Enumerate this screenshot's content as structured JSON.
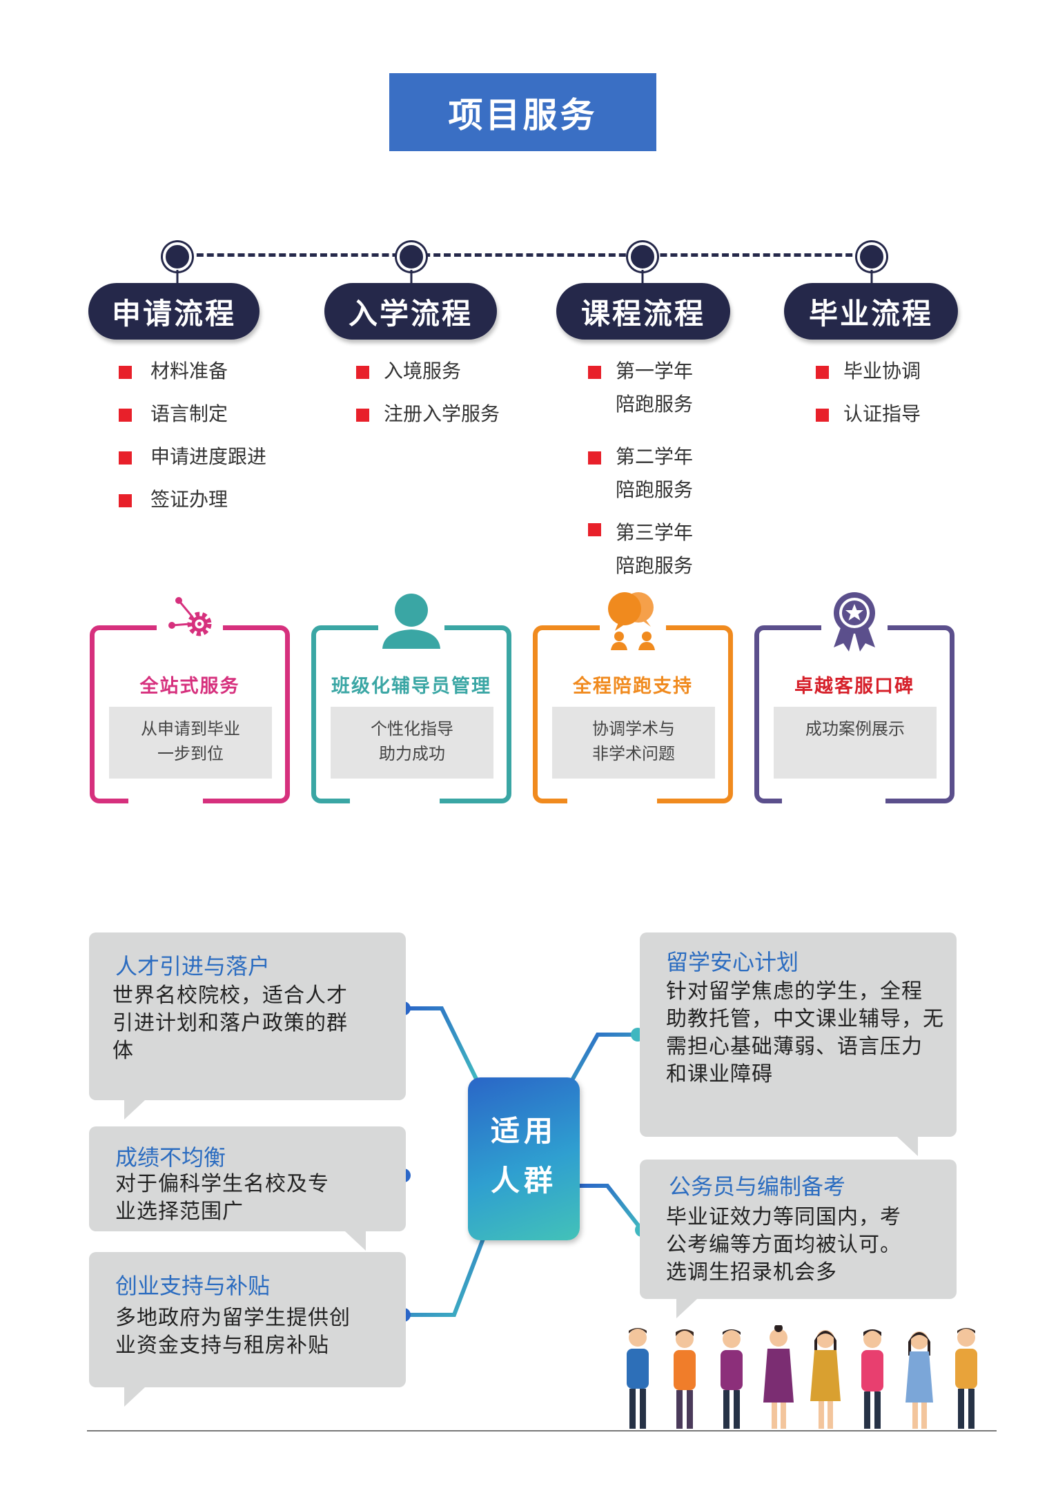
{
  "title": "项目服务",
  "process": [
    {
      "label": "申请流程",
      "items": [
        "材料准备",
        "语言制定",
        "申请进度跟进",
        "签证办理"
      ]
    },
    {
      "label": "入学流程",
      "items": [
        "入境服务",
        "注册入学服务"
      ]
    },
    {
      "label": "课程流程",
      "items": [
        "第一学年",
        "陪跑服务",
        "第二学年",
        "陪跑服务",
        "第三学年",
        "陪跑服务"
      ]
    },
    {
      "label": "毕业流程",
      "items": [
        "毕业协调",
        "认证指导"
      ]
    }
  ],
  "cards": [
    {
      "title": "全站式服务",
      "line1": "从申请到毕业",
      "line2": "一步到位",
      "color": "#d6307d",
      "icon": "gear-network-icon"
    },
    {
      "title": "班级化辅导员管理",
      "line1": "个性化指导",
      "line2": "助力成功",
      "color": "#3aa6a4",
      "icon": "person-icon"
    },
    {
      "title": "全程陪跑支持",
      "line1": "协调学术与",
      "line2": "非学术问题",
      "color": "#f08a1e",
      "icon": "chat-people-icon"
    },
    {
      "title": "卓越客服口碑",
      "line1": "成功案例展示",
      "line2": "",
      "color": "#5b4f8c",
      "icon": "award-badge-icon"
    }
  ],
  "audience": {
    "center": {
      "line1": "适用",
      "line2": "人群"
    },
    "groups": [
      {
        "title": "人才引进与落户",
        "lines": [
          "世界名校院校，适合人才",
          "引进计划和落户政策的群",
          "体"
        ]
      },
      {
        "title": "成绩不均衡",
        "lines": [
          "对于偏科学生名校及专",
          "业选择范围广"
        ]
      },
      {
        "title": "创业支持与补贴",
        "lines": [
          "多地政府为留学生提供创",
          "业资金支持与租房补贴"
        ]
      },
      {
        "title": "留学安心计划",
        "lines": [
          "针对留学焦虑的学生，全程",
          "助教托管，中文课业辅导，无",
          "需担心基础薄弱、语言压力",
          "和课业障碍"
        ]
      },
      {
        "title": "公务员与编制备考",
        "lines": [
          "毕业证效力等同国内，考",
          "公考编等方面均被认可。",
          "选调生招录机会多"
        ]
      }
    ]
  },
  "colors": {
    "navy": "#25284a",
    "blue": "#3a6fc4",
    "red": "#e8202a"
  }
}
